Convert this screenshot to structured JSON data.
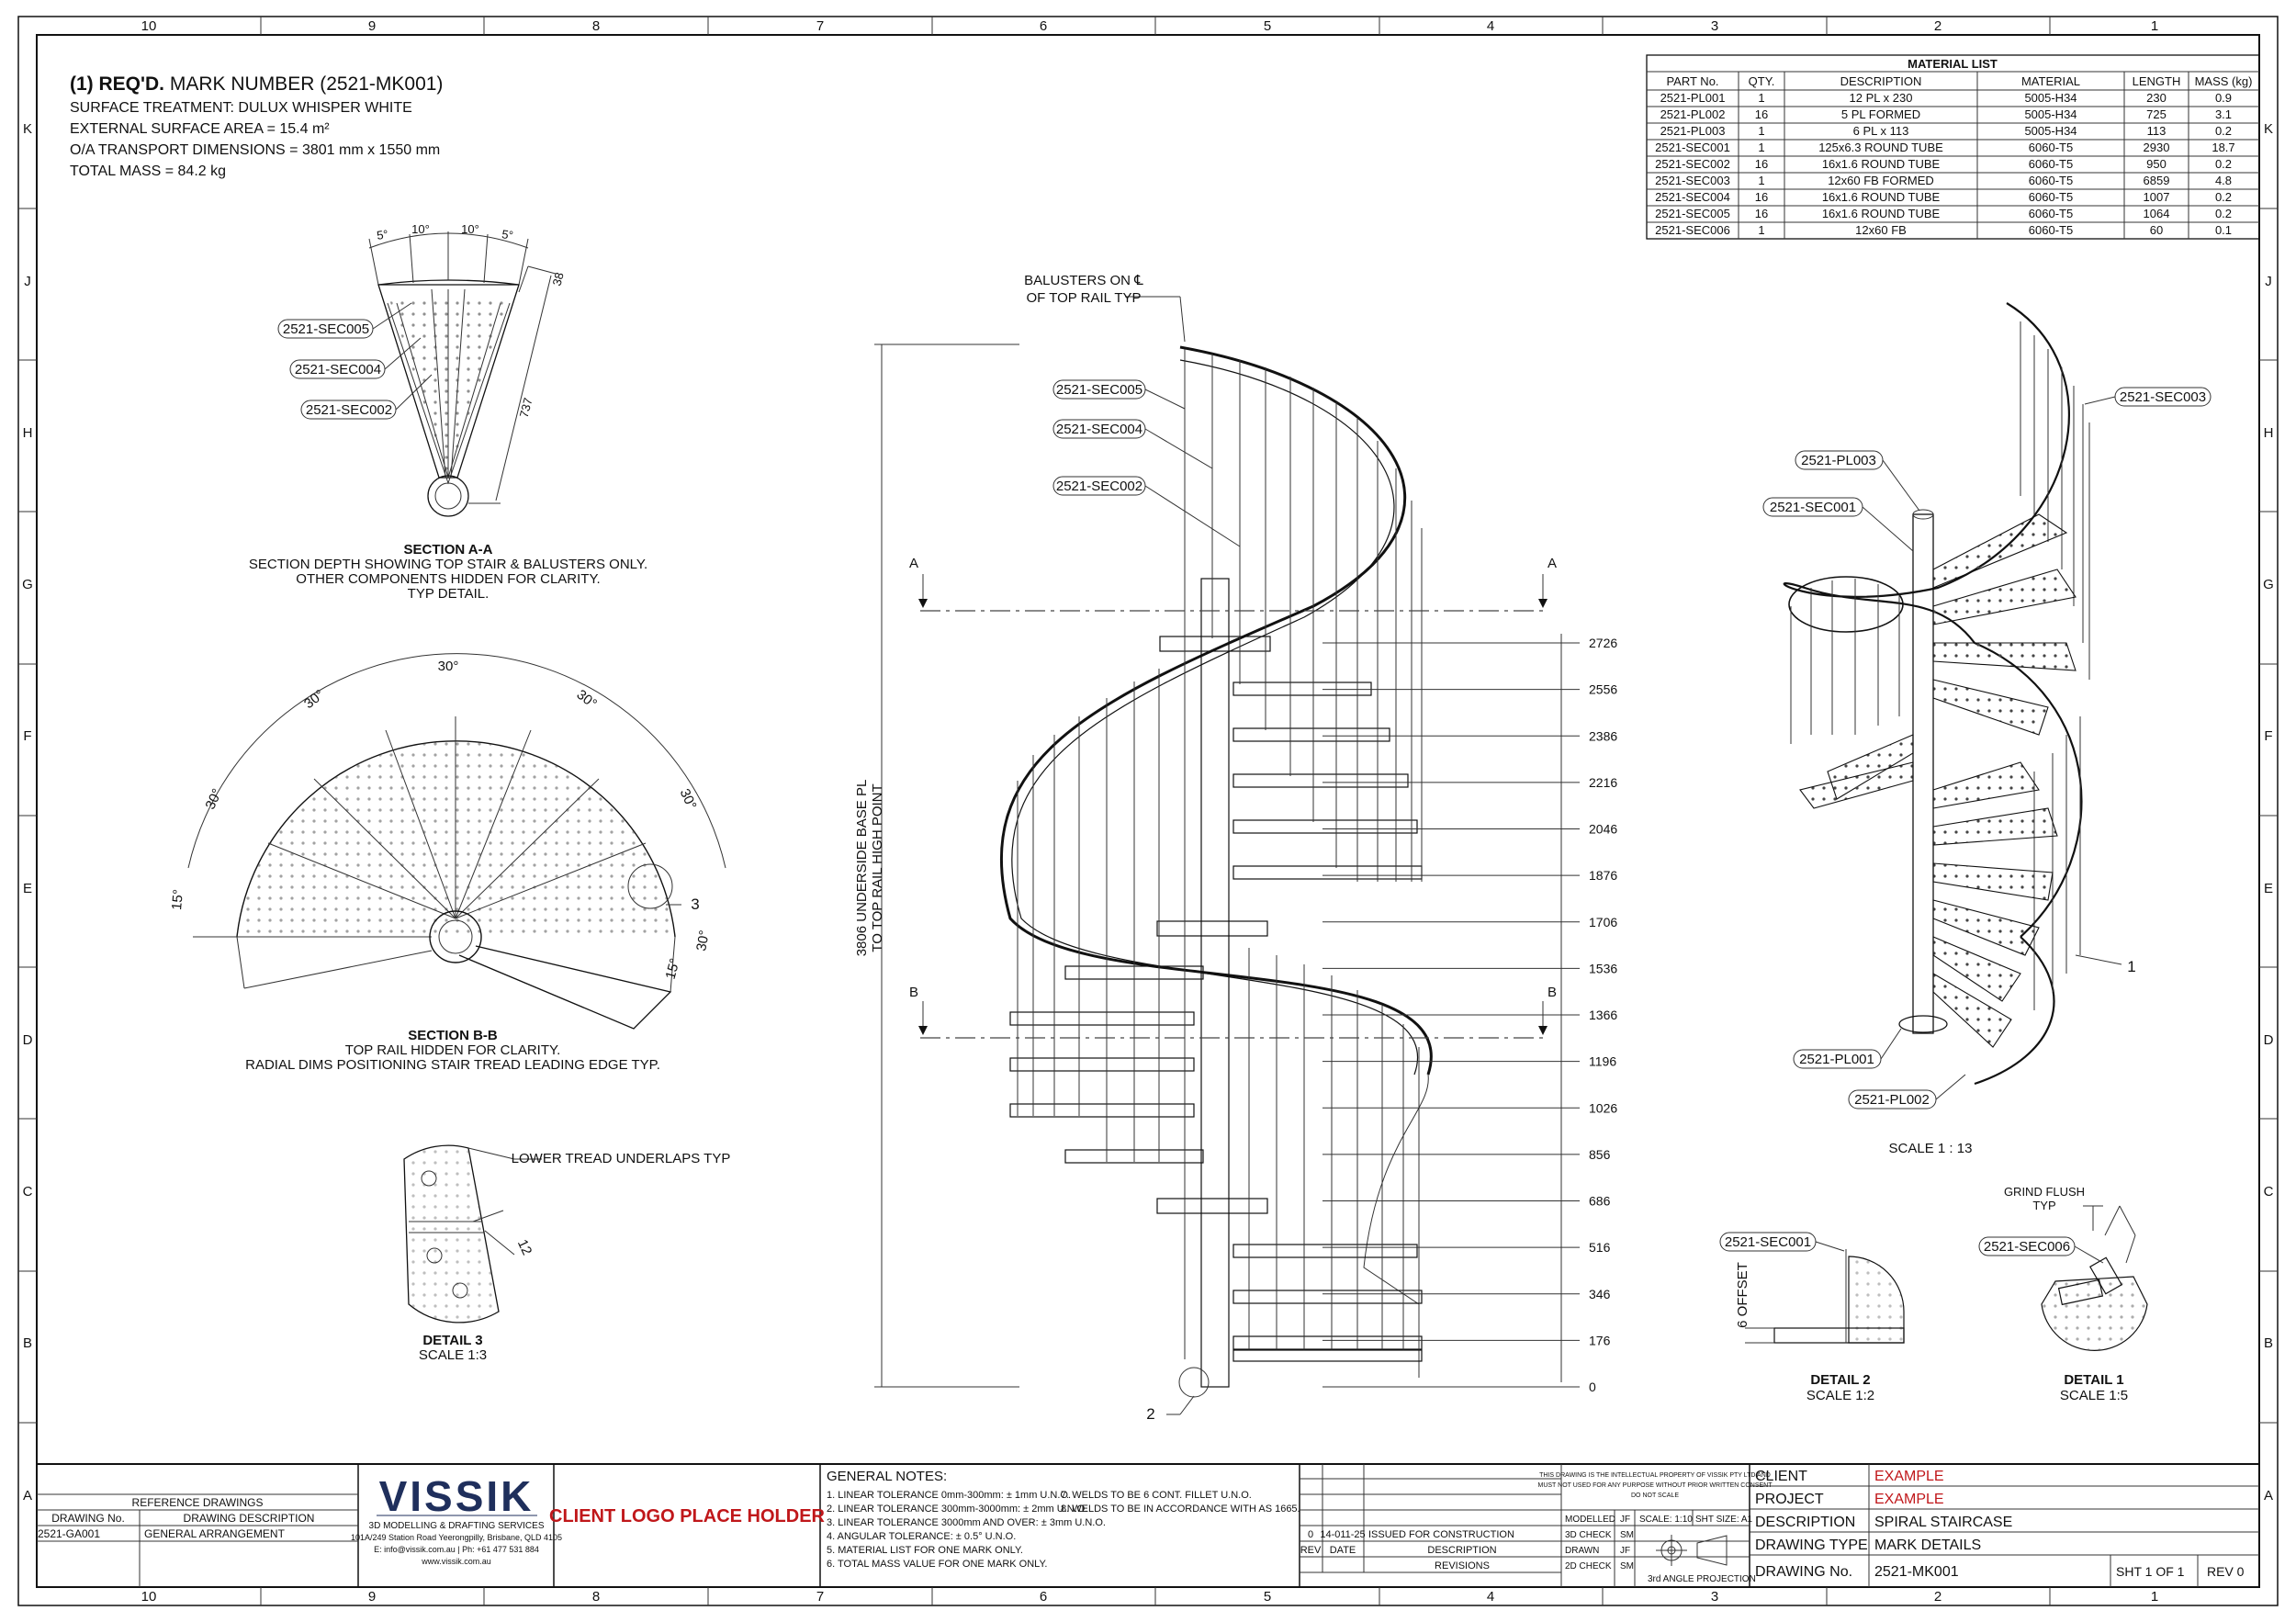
{
  "sheet": {
    "columns": [
      "10",
      "9",
      "8",
      "7",
      "6",
      "5",
      "4",
      "3",
      "2",
      "1"
    ],
    "rows": [
      "K",
      "J",
      "H",
      "G",
      "F",
      "E",
      "D",
      "C",
      "B",
      "A"
    ]
  },
  "header": {
    "req_bold": "(1) REQ'D.",
    "req_rest": " MARK NUMBER (2521-MK001)",
    "lines": [
      "SURFACE TREATMENT: DULUX WHISPER WHITE",
      "EXTERNAL SURFACE AREA = 15.4 m²",
      "O/A TRANSPORT DIMENSIONS = 3801 mm x 1550 mm",
      "TOTAL MASS = 84.2 kg"
    ]
  },
  "material_list": {
    "title": "MATERIAL LIST",
    "headers": [
      "PART No.",
      "QTY.",
      "DESCRIPTION",
      "MATERIAL",
      "LENGTH",
      "MASS (kg)"
    ],
    "rows": [
      [
        "2521-PL001",
        "1",
        "12 PL x 230",
        "5005-H34",
        "230",
        "0.9"
      ],
      [
        "2521-PL002",
        "16",
        "5 PL FORMED",
        "5005-H34",
        "725",
        "3.1"
      ],
      [
        "2521-PL003",
        "1",
        "6 PL x 113",
        "5005-H34",
        "113",
        "0.2"
      ],
      [
        "2521-SEC001",
        "1",
        "125x6.3 ROUND TUBE",
        "6060-T5",
        "2930",
        "18.7"
      ],
      [
        "2521-SEC002",
        "16",
        "16x1.6  ROUND TUBE",
        "6060-T5",
        "950",
        "0.2"
      ],
      [
        "2521-SEC003",
        "1",
        "12x60 FB FORMED",
        "6060-T5",
        "6859",
        "4.8"
      ],
      [
        "2521-SEC004",
        "16",
        "16x1.6  ROUND TUBE",
        "6060-T5",
        "1007",
        "0.2"
      ],
      [
        "2521-SEC005",
        "16",
        "16x1.6  ROUND TUBE",
        "6060-T5",
        "1064",
        "0.2"
      ],
      [
        "2521-SEC006",
        "1",
        "12x60 FB",
        "6060-T5",
        "60",
        "0.1"
      ]
    ]
  },
  "section_aa": {
    "angles": [
      "5°",
      "10°",
      "10°",
      "5°"
    ],
    "dims": [
      "38",
      "737"
    ],
    "tags": [
      "2521-SEC005",
      "2521-SEC004",
      "2521-SEC002"
    ],
    "title": "SECTION A-A",
    "notes": [
      "SECTION DEPTH SHOWING TOP STAIR & BALUSTERS ONLY.",
      "OTHER COMPONENTS HIDDEN FOR CLARITY.",
      "TYP DETAIL."
    ]
  },
  "section_bb": {
    "angles": [
      "30°",
      "30°",
      "30°",
      "30°",
      "30°",
      "15°",
      "15°",
      "30°"
    ],
    "callout": "3",
    "title": "SECTION B-B",
    "notes": [
      "TOP RAIL HIDDEN FOR CLARITY.",
      "RADIAL DIMS POSITIONING STAIR TREAD LEADING EDGE TYP."
    ]
  },
  "detail3": {
    "note": "LOWER TREAD UNDERLAPS TYP",
    "dim": "12",
    "title": "DETAIL 3",
    "scale": "SCALE 1:3"
  },
  "elevation": {
    "balusters_note": [
      "BALUSTERS ON ℄",
      "OF TOP RAIL TYP"
    ],
    "tags": [
      "2521-SEC005",
      "2521-SEC004",
      "2521-SEC002"
    ],
    "section_marks": [
      "A",
      "A",
      "B",
      "B"
    ],
    "overall_dim": [
      "3806 UNDERSIDE BASE PL",
      "TO TOP RAIL HIGH POINT"
    ],
    "levels": [
      "2726",
      "2556",
      "2386",
      "2216",
      "2046",
      "1876",
      "1706",
      "1536",
      "1366",
      "1196",
      "1026",
      "856",
      "686",
      "516",
      "346",
      "176",
      "0"
    ],
    "callout": "2"
  },
  "iso": {
    "tags": [
      "2521-SEC003",
      "2521-PL003",
      "2521-SEC001",
      "2521-PL001",
      "2521-PL002"
    ],
    "callout": "1",
    "scale": "SCALE 1 : 13"
  },
  "detail2": {
    "tag": "2521-SEC001",
    "dim": "6 OFFSET",
    "title": "DETAIL 2",
    "scale": "SCALE 1:2"
  },
  "detail1": {
    "note": [
      "GRIND FLUSH",
      "TYP"
    ],
    "tag": "2521-SEC006",
    "title": "DETAIL 1",
    "scale": "SCALE 1:5"
  },
  "title_block": {
    "ref_title": "REFERENCE DRAWINGS",
    "ref_headers": [
      "DRAWING No.",
      "DRAWING DESCRIPTION"
    ],
    "ref_rows": [
      [
        "2521-GA001",
        "GENERAL ARRANGEMENT"
      ]
    ],
    "company": "VISSIK",
    "company_lines": [
      "3D MODELLING & DRAFTING SERVICES",
      "101A/249 Station Road Yeerongpilly, Brisbane, QLD 4105",
      "E: info@vissik.com.au | Ph: +61 477 531 884",
      "www.vissik.com.au"
    ],
    "client_logo": "CLIENT LOGO PLACE HOLDER",
    "notes_title": "GENERAL NOTES:",
    "notes_left": [
      "1. LINEAR TOLERANCE 0mm-300mm: ± 1mm U.N.O.",
      "2. LINEAR TOLERANCE 300mm-3000mm: ± 2mm U.N.O.",
      "3. LINEAR TOLERANCE 3000mm AND OVER: ± 3mm U.N.O.",
      "4. ANGULAR TOLERANCE: ± 0.5° U.N.O.",
      "5. MATERIAL LIST FOR ONE MARK ONLY.",
      "6. TOTAL MASS VALUE FOR ONE MARK ONLY."
    ],
    "notes_right": [
      "7. WELDS TO BE 6 CONT. FILLET U.N.O.",
      "8. WELDS TO BE IN ACCORDANCE WITH AS 1665."
    ],
    "revision": {
      "rev": "0",
      "date": "14-011-25",
      "desc": "ISSUED FOR CONSTRUCTION"
    },
    "rev_headers": [
      "REV",
      "DATE",
      "DESCRIPTION"
    ],
    "revisions_label": "REVISIONS",
    "copyright": [
      "THIS DRAWING IS THE INTELLECTUAL PROPERTY OF VISSIK PTY LTD AND",
      "MUST NOT USED FOR ANY PURPOSE WITHOUT PRIOR WRITTEN CONSENT",
      "DO NOT SCALE"
    ],
    "checks": [
      [
        "MODELLED",
        "JF"
      ],
      [
        "3D CHECK",
        "SM"
      ],
      [
        "DRAWN",
        "JF"
      ],
      [
        "2D CHECK",
        "SM"
      ]
    ],
    "scale": "SCALE: 1:10",
    "sheet_size": "SHT SIZE: A1",
    "projection": "3rd ANGLE PROJECTION",
    "fields": [
      [
        "CLIENT",
        "EXAMPLE"
      ],
      [
        "PROJECT",
        "EXAMPLE"
      ],
      [
        "DESCRIPTION",
        "SPIRAL STAIRCASE"
      ],
      [
        "DRAWING TYPE",
        "MARK DETAILS"
      ],
      [
        "DRAWING No.",
        "2521-MK001"
      ]
    ],
    "sheet": "SHT 1  OF  1",
    "rev_label": "REV 0"
  }
}
